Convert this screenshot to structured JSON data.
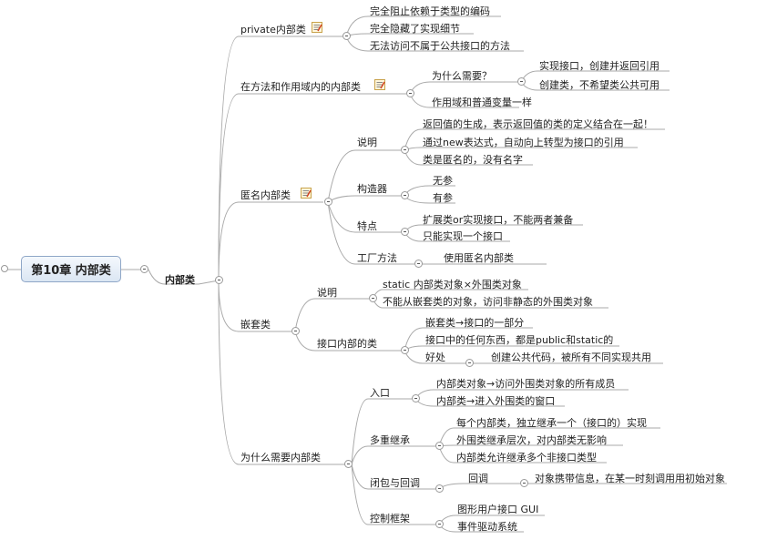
{
  "root": {
    "title": "第10章 内部类"
  },
  "main_topic": "内部类",
  "branches": {
    "private": {
      "label": "private内部类",
      "items": [
        "完全阻止依赖于类型的编码",
        "完全隐藏了实现细节",
        "无法访问不属于公共接口的方法"
      ]
    },
    "method_scope": {
      "label": "在方法和作用域内的内部类",
      "why": "为什么需要？",
      "why_items": [
        "实现接口，创建并返回引用",
        "创建类，不希望类公共可用"
      ],
      "scope_same": "作用域和普通变量一样"
    },
    "anonymous": {
      "label": "匿名内部类",
      "desc": "说明",
      "desc_items": [
        "返回值的生成，表示返回值的类的定义结合在一起！",
        "通过new表达式，自动向上转型为接口的引用",
        "类是匿名的，没有名字"
      ],
      "ctor": "构造器",
      "ctor_items": [
        "无参",
        "有参"
      ],
      "feature": "特点",
      "feature_items": [
        "扩展类or实现接口，不能两者兼备",
        "只能实现一个接口"
      ],
      "factory": "工厂方法",
      "factory_item": "使用匿名内部类"
    },
    "nested": {
      "label": "嵌套类",
      "desc": "说明",
      "desc_items": [
        "static 内部类对象×外围类对象",
        "不能从嵌套类的对象，访问非静态的外围类对象"
      ],
      "iface": "接口内部的类",
      "iface_items": [
        "嵌套类→接口的一部分",
        "接口中的任何东西，都是public和static的"
      ],
      "benefit": "好处",
      "benefit_item": "创建公共代码，被所有不同实现共用"
    },
    "why": {
      "label": "为什么需要内部类",
      "entry": "入口",
      "entry_items": [
        "内部类对象→访问外围类对象的所有成员",
        "内部类→进入外围类的窗口"
      ],
      "multi": "多重继承",
      "multi_items": [
        "每个内部类，独立继承一个（接口的）实现",
        "外围类继承层次，对内部类无影响",
        "内部类允许继承多个非接口类型"
      ],
      "closure": "闭包与回调",
      "callback": "回调",
      "callback_item": "对象携带信息，在某一时刻调用用初始对象",
      "control": "控制框架",
      "control_items": [
        "图形用户接口 GUI",
        "事件驱动系统"
      ]
    }
  },
  "colors": {
    "line": "#a9a9a9",
    "root_border": "#8fa7c7",
    "note": "#c8a24a"
  }
}
